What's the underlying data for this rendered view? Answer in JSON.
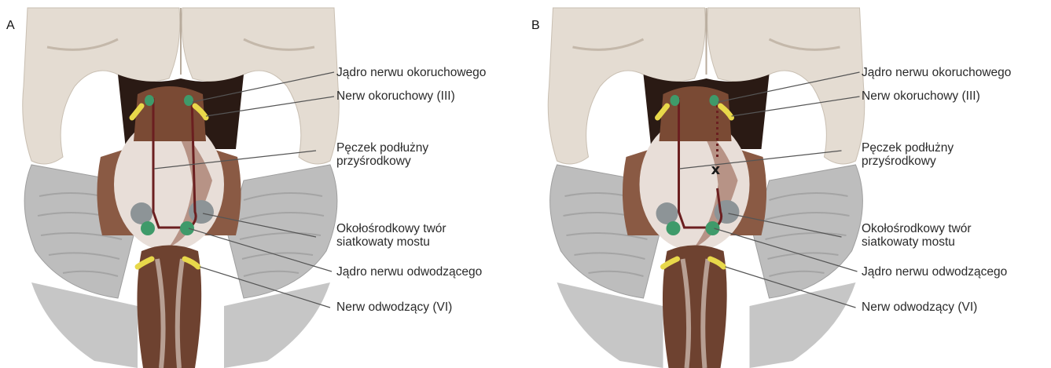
{
  "panels": [
    {
      "letter": "A",
      "labels": {
        "oculomotor_nucleus": "Jądro nerwu okoruchowego",
        "oculomotor_nerve": "Nerw okoruchowy (III)",
        "mlf_line1": "Pęczek podłużny",
        "mlf_line2": "przyśrodkowy",
        "pprf_line1": "Okołośrodkowy twór",
        "pprf_line2": "siatkowaty mostu",
        "abducens_nucleus": "Jądro nerwu odwodzącego",
        "abducens_nerve": "Nerw odwodzący (VI)"
      },
      "lesion_marker": ""
    },
    {
      "letter": "B",
      "labels": {
        "oculomotor_nucleus": "Jądro nerwu okoruchowego",
        "oculomotor_nerve": "Nerw okoruchowy (III)",
        "mlf_line1": "Pęczek podłużny",
        "mlf_line2": "przyśrodkowy",
        "pprf_line1": "Okołośrodkowy twór",
        "pprf_line2": "siatkowaty mostu",
        "abducens_nucleus": "Jądro nerwu odwodzącego",
        "abducens_nerve": "Nerw odwodzący (VI)"
      },
      "lesion_marker": "x"
    }
  ],
  "colors": {
    "cortex": "#e4dcd2",
    "cortex_shadow": "#bfb4a6",
    "cerebellum": "#b9b9b9",
    "brainstem_dark": "#5a3422",
    "brainstem_mid": "#8a5a44",
    "brainstem_light": "#e6dcd6",
    "nucleus_green": "#3f9a6a",
    "nerve_yellow": "#e8d84a",
    "pprf_gray": "#8d9497",
    "pathway": "#6b1f20",
    "leader_line": "#555555"
  }
}
